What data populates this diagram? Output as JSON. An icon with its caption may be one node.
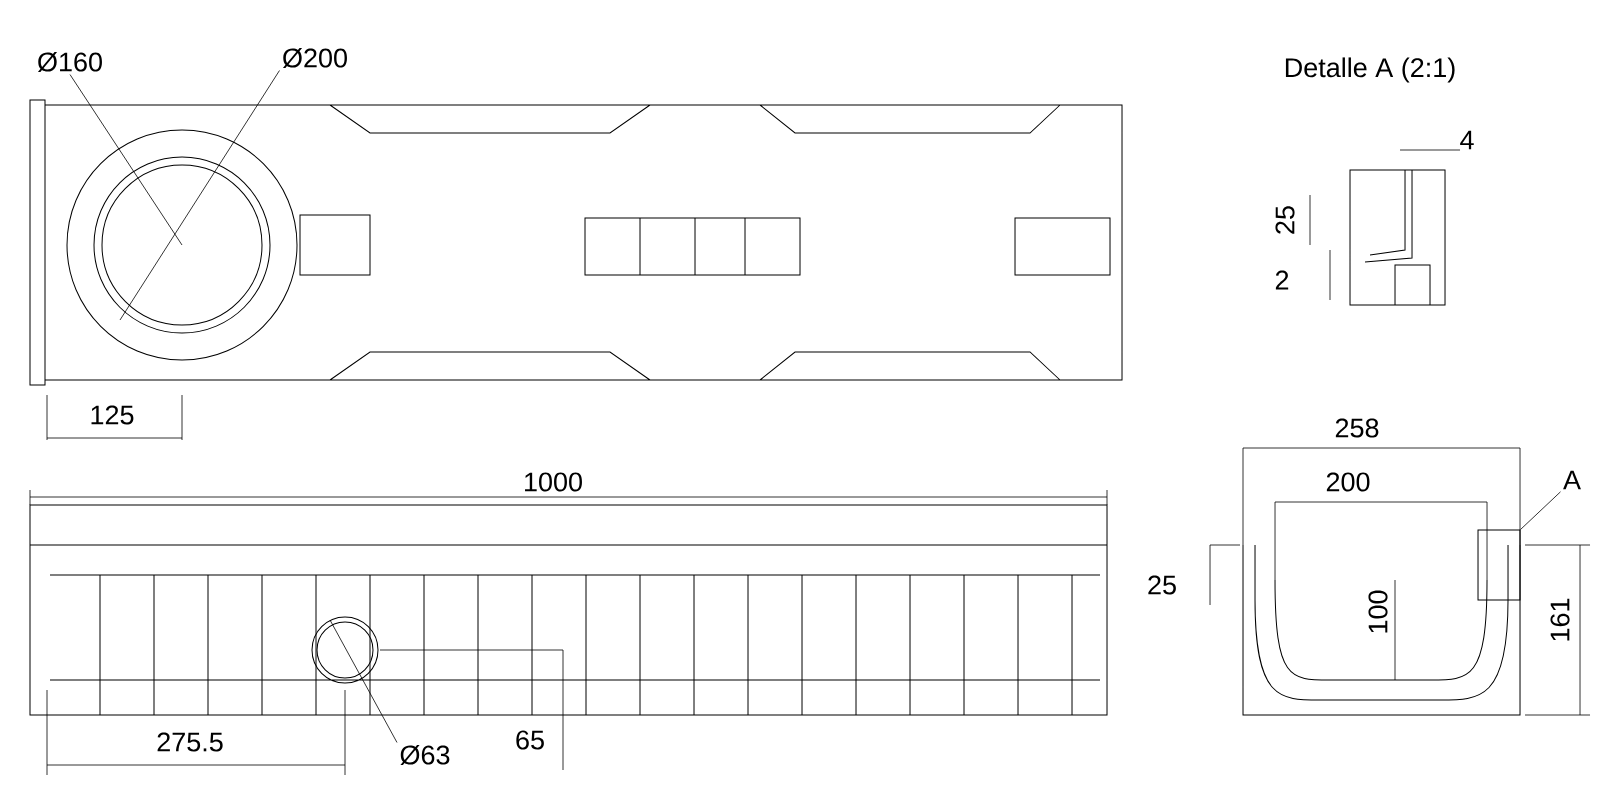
{
  "diagram": {
    "nodes": [
      {
        "text": [
          "Ø160"
        ]
      },
      {
        "text": [
          "Ø200"
        ]
      },
      {
        "text": [
          "A"
        ]
      },
      {
        "text": [
          "Ø63"
        ]
      },
      {
        "text": [],
        "shape": "box"
      }
    ],
    "edges": [
      {
        "from": 0,
        "to": null,
        "arrow": "none"
      },
      {
        "from": 1,
        "to": null,
        "arrow": "none"
      },
      {
        "from": 2,
        "to": 4,
        "arrow": "none"
      },
      {
        "from": 3,
        "to": null,
        "arrow": "none"
      }
    ],
    "labels": [
      "Detalle A (2:1)",
      "4",
      "25",
      "2",
      "125",
      "258",
      "1000",
      "200",
      "25",
      "100",
      "161",
      "275.5",
      "65"
    ]
  }
}
